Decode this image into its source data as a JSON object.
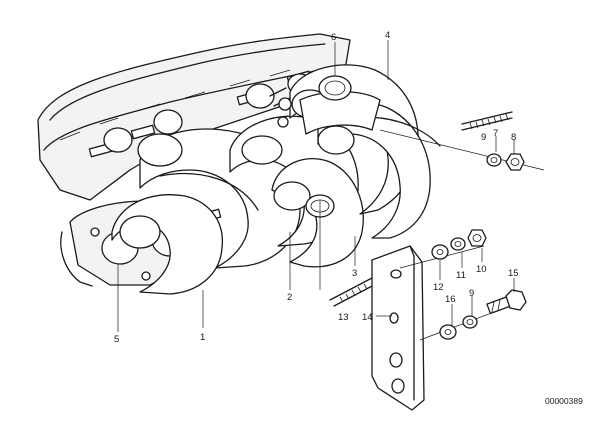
{
  "diagram": {
    "callouts": {
      "c1": "1",
      "c2": "2",
      "c3": "3",
      "c4": "4",
      "c5": "5",
      "c6": "6",
      "c7": "7",
      "c8": "8",
      "c9": "9",
      "c9b": "9",
      "c10": "10",
      "c11": "11",
      "c12": "12",
      "c13": "13",
      "c14": "14",
      "c15": "15",
      "c16": "16"
    },
    "code": "00000389"
  }
}
